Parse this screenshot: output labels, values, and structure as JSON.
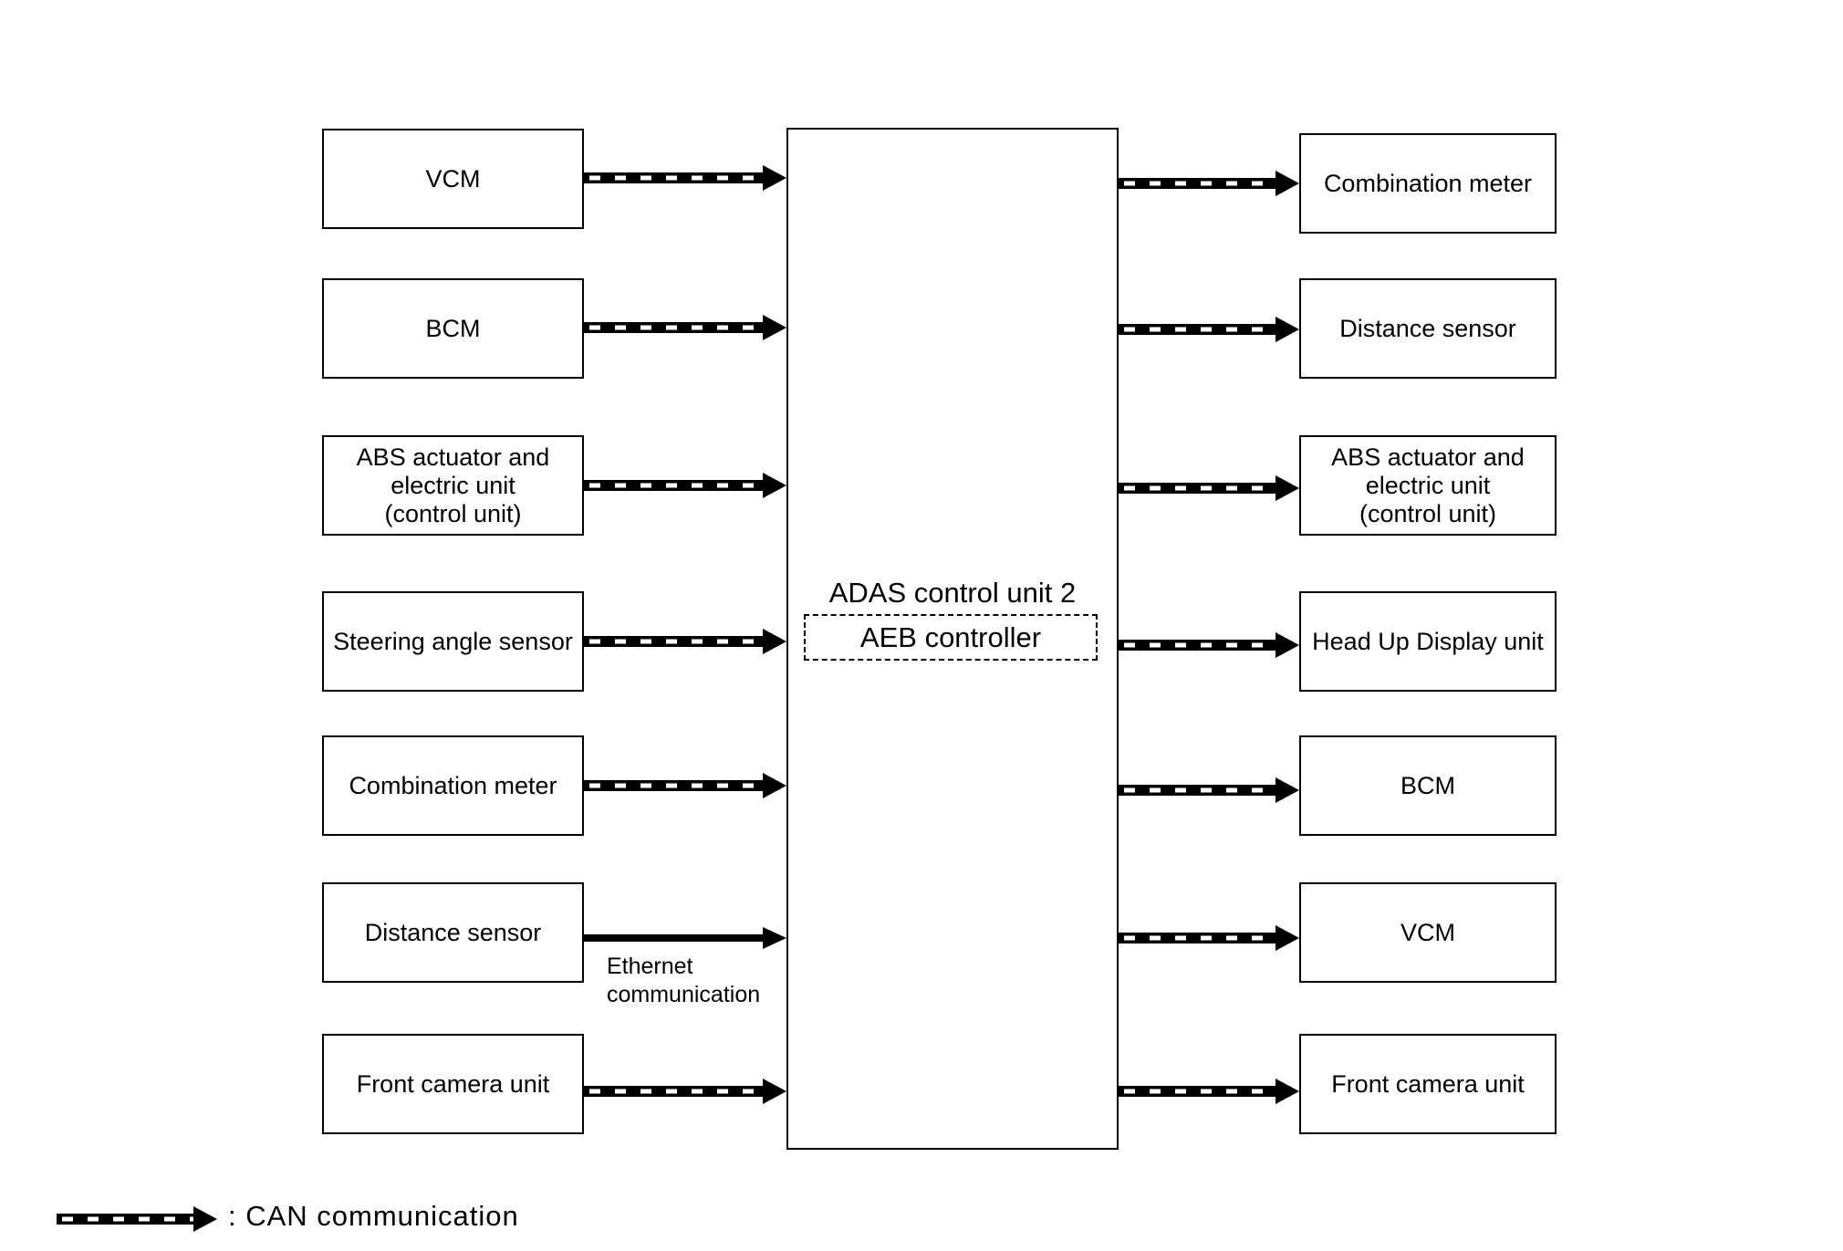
{
  "center_unit": {
    "title": "ADAS control unit 2",
    "inner_label": "AEB controller"
  },
  "inputs": [
    {
      "label": "VCM",
      "link": "can"
    },
    {
      "label": "BCM",
      "link": "can"
    },
    {
      "label": "ABS actuator and\nelectric unit\n(control unit)",
      "link": "can"
    },
    {
      "label": "Steering angle sensor",
      "link": "can"
    },
    {
      "label": "Combination meter",
      "link": "can"
    },
    {
      "label": "Distance sensor",
      "link": "ethernet"
    },
    {
      "label": "Front camera unit",
      "link": "can"
    }
  ],
  "outputs": [
    {
      "label": "Combination meter",
      "link": "can"
    },
    {
      "label": "Distance sensor",
      "link": "can"
    },
    {
      "label": "ABS actuator and\nelectric unit\n(control unit)",
      "link": "can"
    },
    {
      "label": "Head Up Display unit",
      "link": "can"
    },
    {
      "label": "BCM",
      "link": "can"
    },
    {
      "label": "VCM",
      "link": "can"
    },
    {
      "label": "Front camera unit",
      "link": "can"
    }
  ],
  "ethernet_label": "Ethernet\ncommunication",
  "legend": {
    "label": ": CAN communication",
    "icon": "can-communication-arrow-icon"
  },
  "colors": {
    "line": "#000000",
    "background": "#ffffff"
  }
}
